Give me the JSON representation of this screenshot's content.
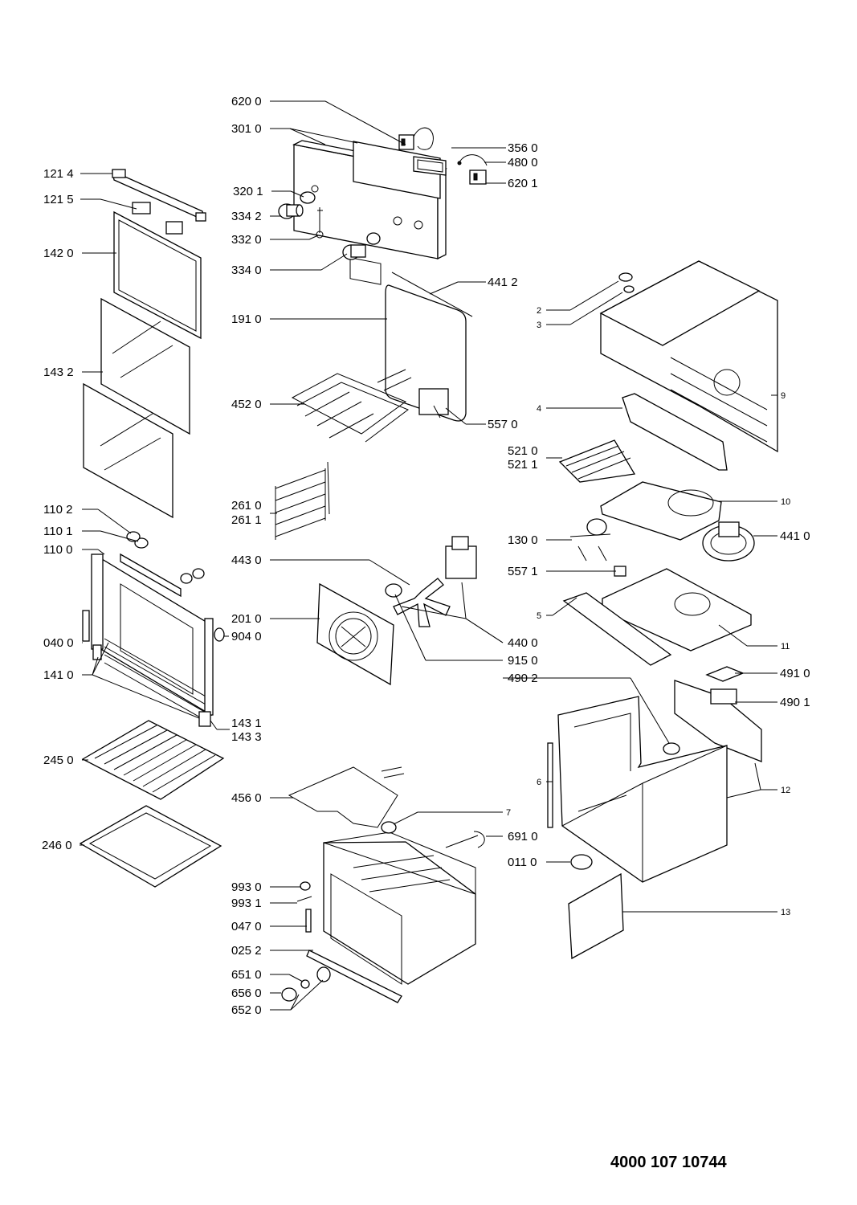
{
  "document_number": "4000 107 10744",
  "labels": [
    "620 0",
    "301 0",
    "356 0",
    "480 0",
    "620 1",
    "121 4",
    "121 5",
    "320 1",
    "334 2",
    "332 0",
    "142 0",
    "334 0",
    "441 2",
    "2",
    "3",
    "191 0",
    "143 2",
    "9",
    "452 0",
    "557 0",
    "4",
    "521 0",
    "521 1",
    "261 0",
    "261 1",
    "110 2",
    "10",
    "110 1",
    "130 0",
    "441 0",
    "110 0",
    "443 0",
    "557 1",
    "5",
    "201 0",
    "040 0",
    "904 0",
    "440 0",
    "11",
    "915 0",
    "141 0",
    "491 0",
    "490 2",
    "490 1",
    "143 1",
    "143 3",
    "245 0",
    "6",
    "12",
    "456 0",
    "7",
    "246 0",
    "691 0",
    "011 0",
    "993 0",
    "993 1",
    "047 0",
    "13",
    "025 2",
    "651 0",
    "656 0",
    "652 0"
  ]
}
